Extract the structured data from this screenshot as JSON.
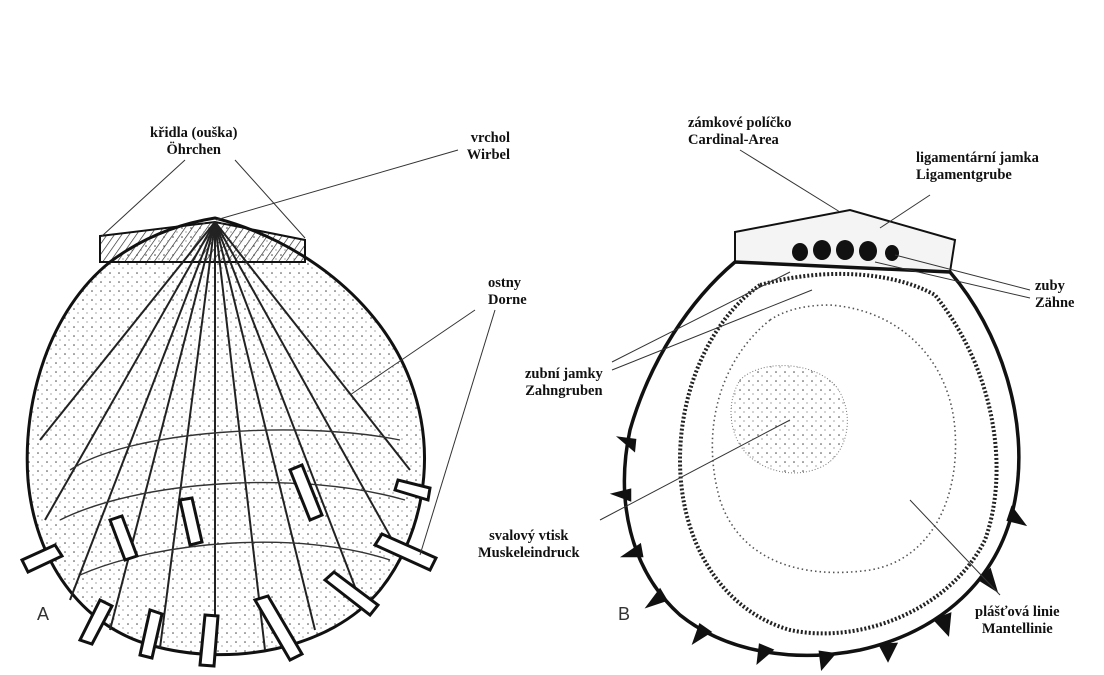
{
  "figure": {
    "panel_a": {
      "letter": "A",
      "labels": {
        "wings": {
          "cz": "křidla (ouška)",
          "de": "Öhrchen"
        },
        "umbo": {
          "cz": "vrchol",
          "de": "Wirbel"
        },
        "spines": {
          "cz": "ostny",
          "de": "Dorne"
        }
      }
    },
    "panel_b": {
      "letter": "B",
      "labels": {
        "cardinal_area": {
          "cz": "zámkové políčko",
          "de": "Cardinal-Area"
        },
        "ligament_pit": {
          "cz": "ligamentární jamka",
          "de": "Ligamentgrube"
        },
        "teeth": {
          "cz": "zuby",
          "de": "Zähne"
        },
        "sockets": {
          "cz": "zubní jamky",
          "de": "Zahngruben"
        },
        "muscle_scar": {
          "cz": "svalový vtisk",
          "de": "Muskeleindruck"
        },
        "pallial_line": {
          "cz": "plášťová linie",
          "de": "Mantellinie"
        }
      }
    },
    "colors": {
      "ink": "#111111",
      "paper": "#ffffff"
    }
  }
}
